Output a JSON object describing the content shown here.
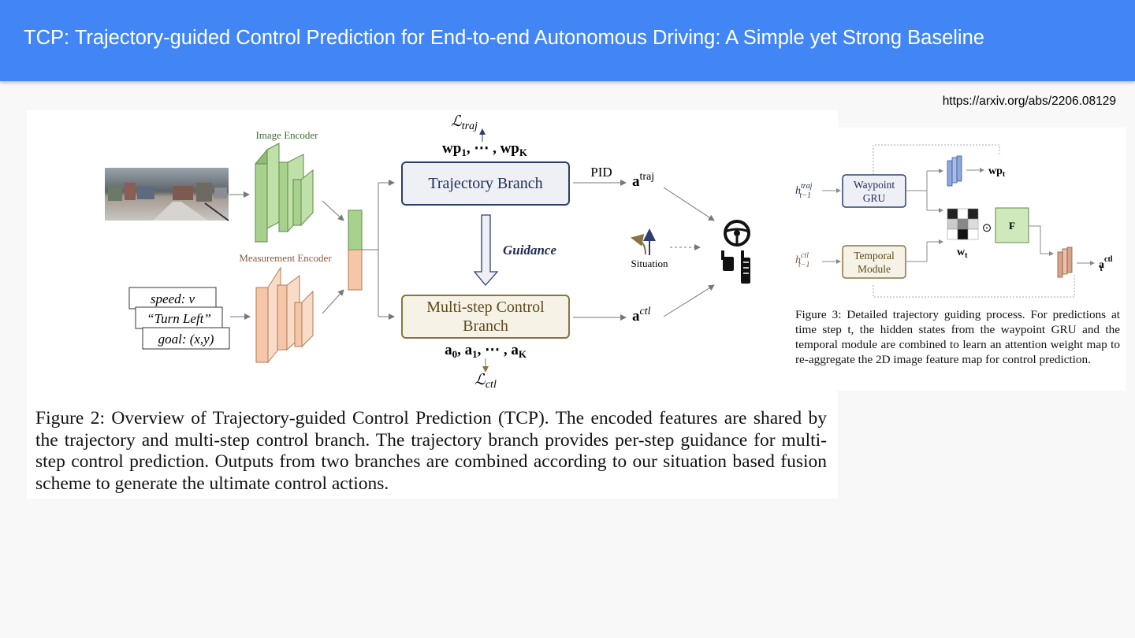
{
  "slide": {
    "title": "TCP: Trajectory-guided Control Prediction for End-to-end Autonomous Driving: A Simple yet Strong Baseline",
    "link": "https://arxiv.org/abs/2206.08129"
  },
  "figure2": {
    "image_encoder_label": "Image Encoder",
    "measurement_encoder_label": "Measurement Encoder",
    "measurements": [
      "speed: v",
      "“Turn Left”",
      "goal: (x,y)"
    ],
    "loss_traj": "ℒ",
    "loss_traj_sub": "traj",
    "waypoints_label": "wp",
    "trajectory_branch_label": "Trajectory Branch",
    "guidance_label": "Guidance",
    "control_branch_line1": "Multi-step Control",
    "control_branch_line2": "Branch",
    "actions_label": "a",
    "loss_ctl": "ℒ",
    "loss_ctl_sub": "ctl",
    "pid_label": "PID",
    "a_traj": "a",
    "a_traj_sup": "traj",
    "a_ctl": "a",
    "a_ctl_sup": "ctl",
    "situation_label": "Situation",
    "caption": "Figure 2: Overview of Trajectory-guided Control Prediction (TCP). The encoded features are shared by the trajectory and multi-step control branch. The trajectory branch provides per-step guidance for multi-step control prediction. Outputs from two branches are combined according to our situation based fusion scheme to generate the ultimate control actions."
  },
  "figure3": {
    "h_traj": "h",
    "h_traj_sup": "traj",
    "h_traj_sub": "t−1",
    "h_ctl": "h",
    "h_ctl_sup": "ctl",
    "h_ctl_sub": "t−1",
    "waypoint_gru_line1": "Waypoint",
    "waypoint_gru_line2": "GRU",
    "temporal_line1": "Temporal",
    "temporal_line2": "Module",
    "wp_t": "wp",
    "wp_t_sub": "t",
    "w_t": "w",
    "w_t_sub": "t",
    "odot": "⊙",
    "f_label": "F",
    "a_t": "a",
    "a_t_sup": "ctl",
    "a_t_sub": "t",
    "caption": "Figure 3: Detailed trajectory guiding process. For predictions at time step t, the hidden states from the waypoint GRU and the temporal module are combined to learn an attention weight map to re-aggregate the 2D image feature map for control prediction."
  },
  "colors": {
    "header": "#4285f4",
    "green_block": "#a9d18e",
    "orange_block": "#f4c7a9",
    "traj_box": "#eef0f6",
    "traj_border": "#2e3f6e",
    "ctl_box": "#f6f2e6",
    "ctl_border": "#8a7441"
  }
}
